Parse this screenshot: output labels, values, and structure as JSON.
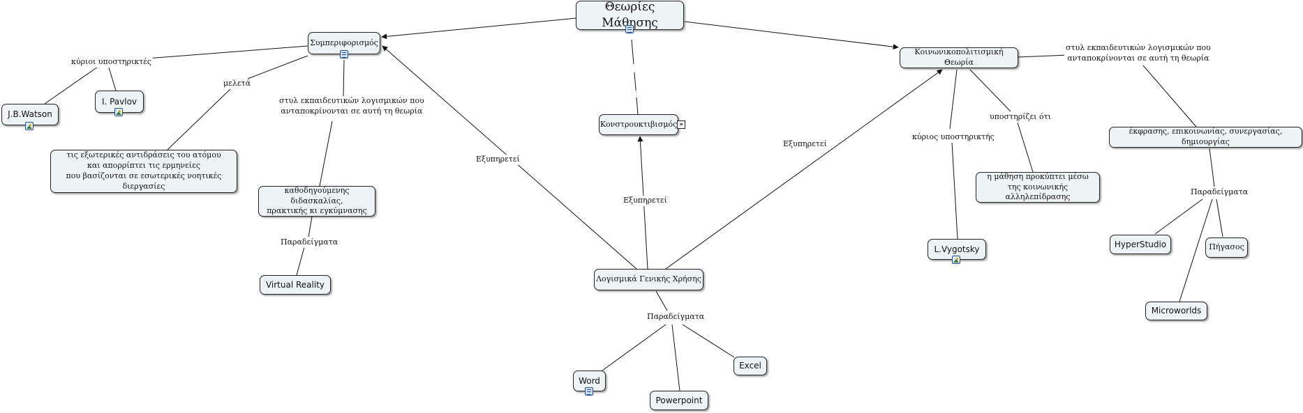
{
  "nodes": {
    "root": "Θεωρίες Μάθησης",
    "behaviorism": "Συμπεριφορισμός",
    "constructivism": "Κονστρουκτιβισμός",
    "sociocultural": "Κοινωνικοπολιτισμική Θεωρία",
    "watson": "J.B.Watson",
    "pavlov": "I. Pavlov",
    "external_reactions": [
      "τις εξωτερικές αντιδράσεις του ατόμου",
      "και απορρίπτει τις ερμηνείες",
      "που βασίζονται σε εσωτερικές νοητικές διεργασίες"
    ],
    "guided_teaching": [
      "καθοδηγούμενης διδασκαλίας,",
      "πρακτικής κι εγκύμνασης"
    ],
    "virtual_reality": "Virtual Reality",
    "general_software": "Λογισμικά Γενικής Χρήσης",
    "word": "Word",
    "powerpoint": "Powerpoint",
    "excel": "Excel",
    "vygotsky": "L.Vygotsky",
    "learning_social": [
      "η μάθηση προκύπτει μέσω",
      "της κοινωνικής αλληλεπίδρασης"
    ],
    "expression": "έκφρασης, επικοινωνίας, συνεργασίας, δημιουργίας",
    "hyperstudio": "HyperStudio",
    "pigasos": "Πήγασος",
    "microworlds": "Microworlds"
  },
  "labels": {
    "main_supporters": "κύριοι υποστηρικτές",
    "studies": "μελετά",
    "software_behav": [
      "στυλ εκπαιδευτικών λογισμικών που",
      "ανταποκρίνονται σε αυτή τη θεωρία"
    ],
    "examples_vr": "Παραδείγματα",
    "serves_behav": "Εξυπηρετεί",
    "serves_constr": "Εξυπηρετεί",
    "serves_socio": "Εξυπηρετεί",
    "examples_general": "Παραδείγματα",
    "main_supporter": "κύριος υποστηρικτής",
    "supports_that": "υποστηρίζει ότι",
    "software_socio": [
      "στυλ εκπαιδευτικών λογισμικών που",
      "ανταποκρίνονται σε αυτή τη θεωρία"
    ],
    "examples_socio": "Παραδείγματα"
  },
  "icons": {
    "document": "document-resource-icon",
    "image": "image-resource-icon",
    "expand": "expand-submap-icon"
  },
  "colors": {
    "node_fill": "#eef3f5",
    "node_border": "#222222",
    "line": "#111111"
  }
}
